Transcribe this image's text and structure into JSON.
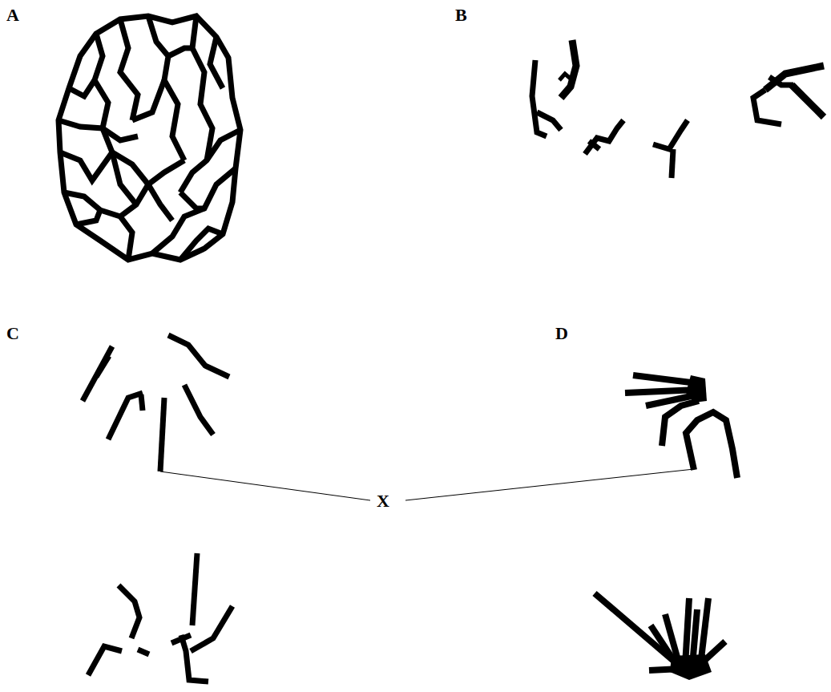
{
  "diagram": {
    "labels": [
      "A",
      "B",
      "C",
      "D",
      "X"
    ]
  }
}
